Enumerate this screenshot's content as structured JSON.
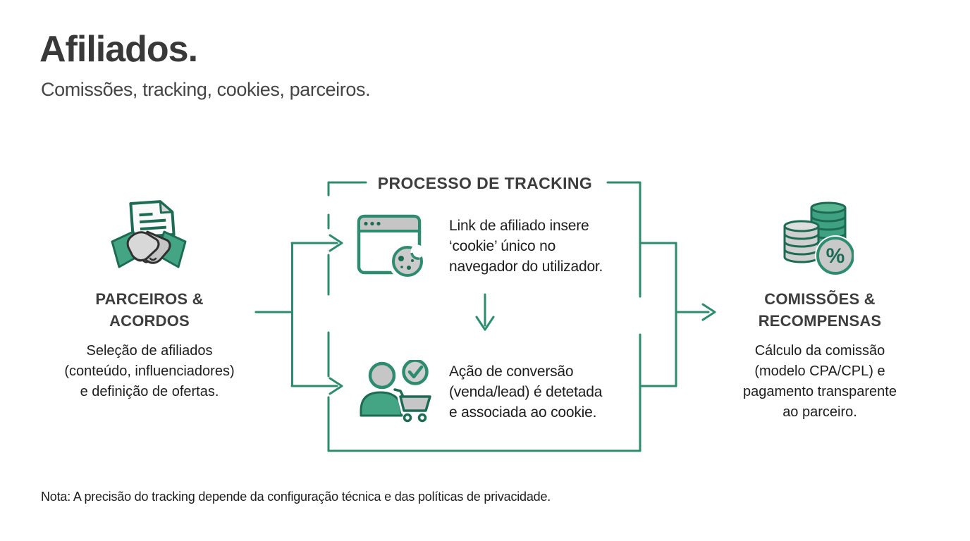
{
  "slide": {
    "title": "Afiliados.",
    "subtitle": "Comissões, tracking, cookies, parceiros.",
    "note": "Nota: A precisão do tracking depende da configuração técnica e das políticas de privacidade."
  },
  "left_node": {
    "icon": "handshake-contract-icon",
    "title_lines": [
      "PARCEIROS &",
      "ACORDOS"
    ],
    "description_lines": [
      "Seleção de afiliados",
      "(conteúdo, influenciadores)",
      "e definição de ofertas."
    ]
  },
  "process_box": {
    "title": "PROCESSO DE TRACKING",
    "steps": [
      {
        "icon": "browser-cookie-icon",
        "lines": [
          "Link de afiliado insere",
          "‘cookie’ único no",
          "navegador do utilizador."
        ]
      },
      {
        "icon": "customer-cart-check-icon",
        "lines": [
          "Ação de conversão",
          "(venda/lead) é detetada",
          "e associada ao cookie."
        ]
      }
    ]
  },
  "right_node": {
    "icon": "coins-percent-icon",
    "percent_symbol": "%",
    "title_lines": [
      "COMISSÕES &",
      "RECOMPENSAS"
    ],
    "description_lines": [
      "Cálculo da comissão",
      "(modelo CPA/CPL) e",
      "pagamento transparente",
      "ao parceiro."
    ]
  },
  "colors": {
    "accent_green": "#2d8c6e",
    "dark_green": "#1c6b52",
    "fill_green": "#43a584",
    "fill_gray": "#c5c5c5",
    "heading_gray": "#3d3d3d",
    "body_black": "#1d1d1d"
  }
}
